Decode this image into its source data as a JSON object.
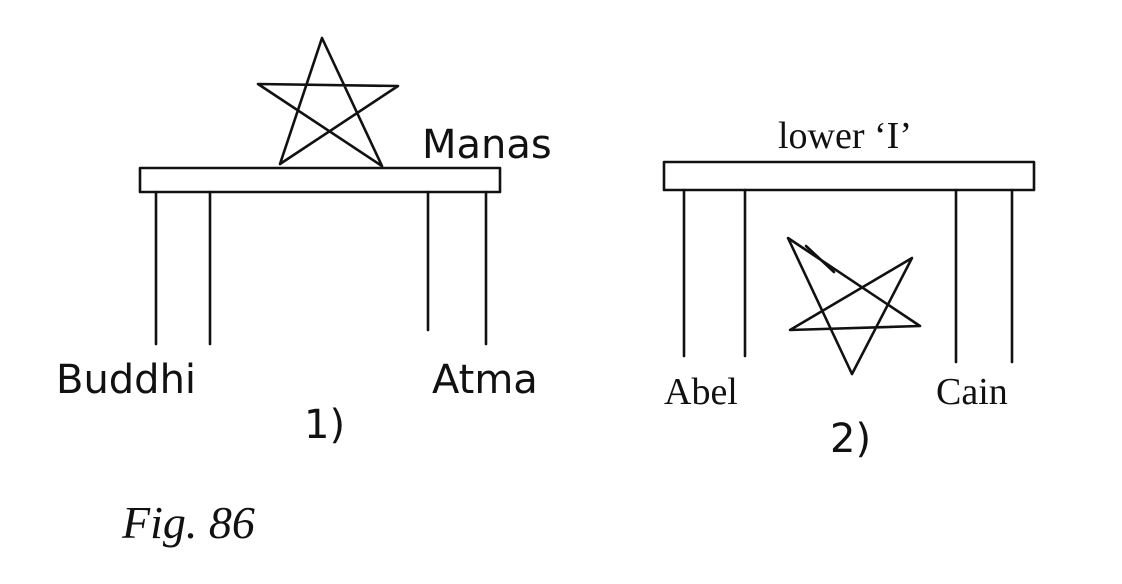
{
  "figure1": {
    "number": "1)",
    "label_top": "Manas",
    "label_left": "Buddhi",
    "label_right": "Atma"
  },
  "figure2": {
    "number": "2)",
    "label_top": "lower ‘I’",
    "label_left": "Abel",
    "label_right": "Cain"
  },
  "caption": "Fig. 86",
  "ink_color": "#111111"
}
